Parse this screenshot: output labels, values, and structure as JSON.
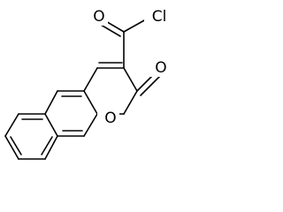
{
  "molecule": {
    "atoms": {
      "chlorine": "Cl",
      "carbonyl_oxygen_acyl": "O",
      "carbonyl_oxygen_lactone": "O",
      "ring_oxygen": "O"
    }
  },
  "colors": {
    "background": "#ffffff",
    "ink": "#000000"
  }
}
